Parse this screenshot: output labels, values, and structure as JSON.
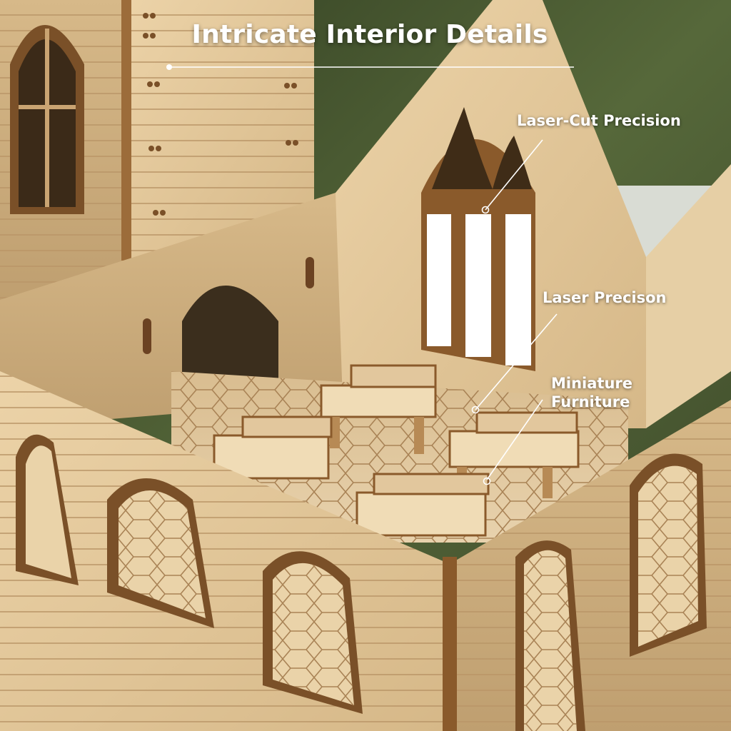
{
  "title": "Intricate Interior Details",
  "callouts": [
    {
      "text": "Laser-Cut Precision"
    },
    {
      "text": "Laser Precison"
    },
    {
      "text": "Miniature Furniture"
    }
  ],
  "colors": {
    "wood_light": "#e2c79d",
    "wood_mid": "#cfae7e",
    "wood_dark": "#8a5a2b",
    "background_foliage": "#4a5a32",
    "annotation": "#ffffff"
  }
}
